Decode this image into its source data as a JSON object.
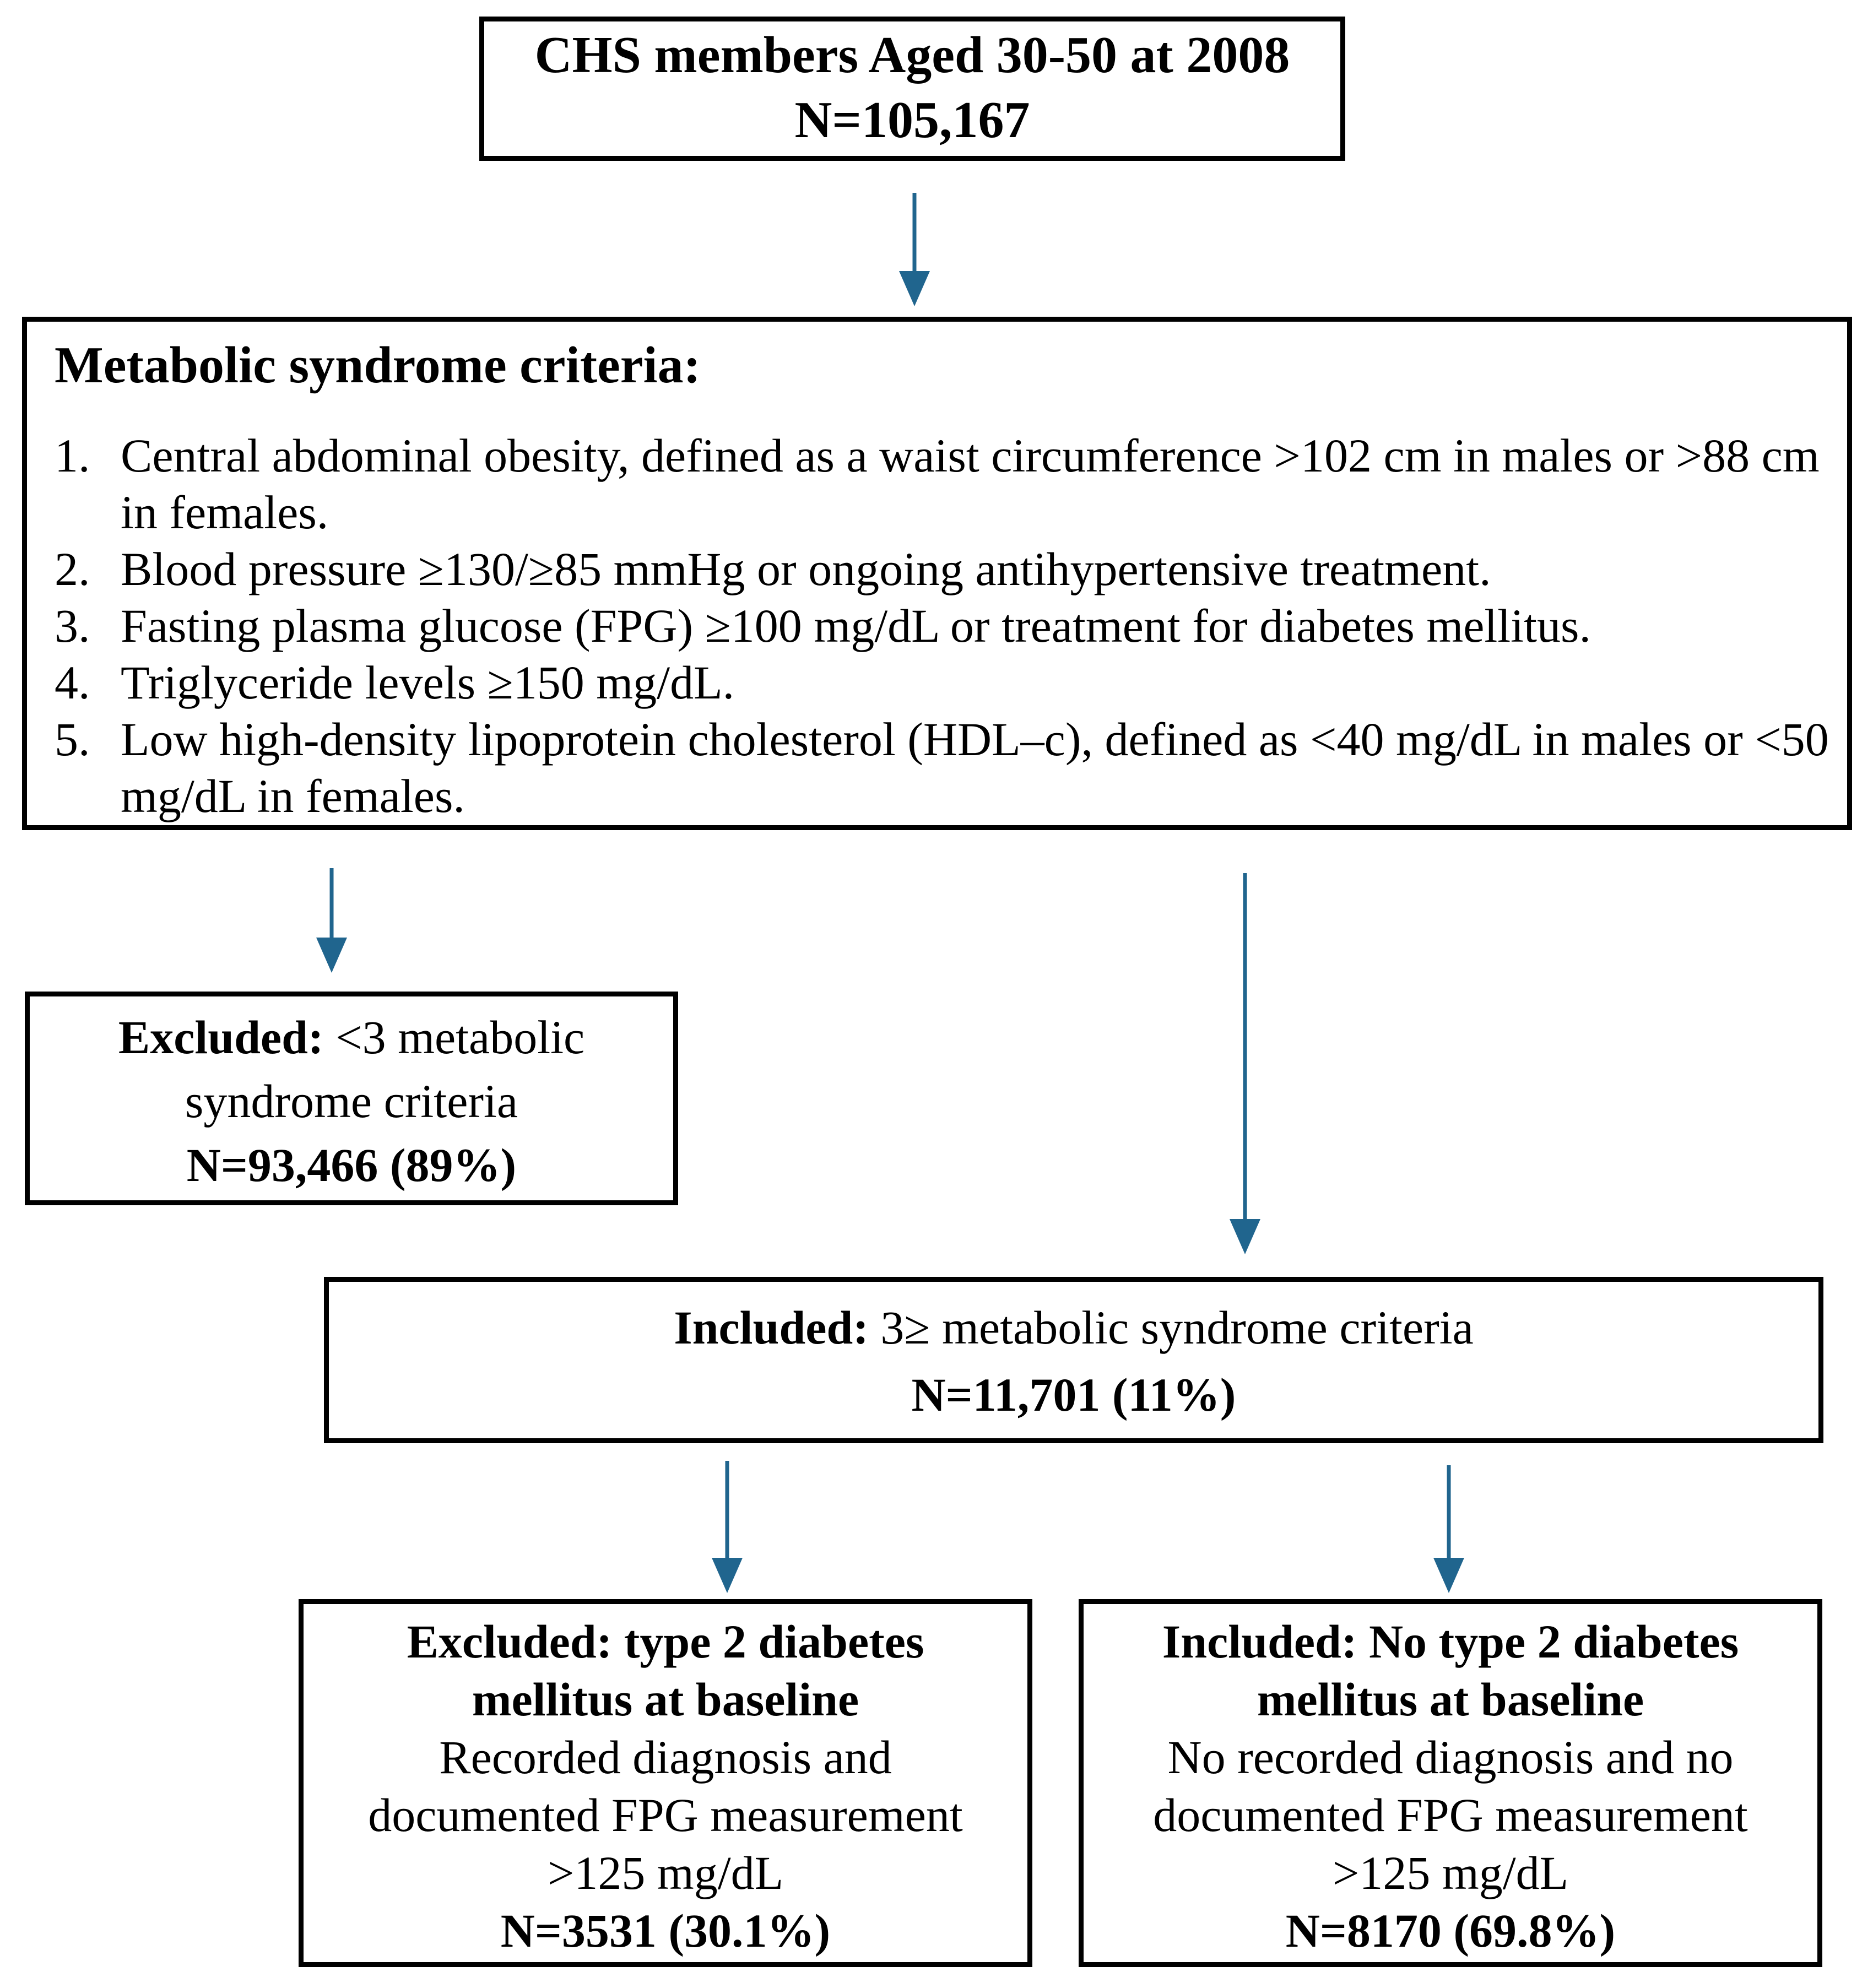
{
  "arrow_color": "#20658E",
  "top_box": {
    "line1": "CHS members Aged 30-50 at 2008",
    "line2": "N=105,167"
  },
  "criteria": {
    "title": "Metabolic syndrome criteria:",
    "items": [
      {
        "num": "1.",
        "text": "Central abdominal obesity, defined as a waist circumference >102 cm in males or >88 cm in females."
      },
      {
        "num": "2.",
        "text": "Blood pressure ≥130/≥85 mmHg or ongoing antihypertensive treatment."
      },
      {
        "num": "3.",
        "text": "Fasting plasma glucose (FPG) ≥100 mg/dL or treatment for diabetes mellitus."
      },
      {
        "num": "4.",
        "text": "Triglyceride levels ≥150 mg/dL."
      },
      {
        "num": "5.",
        "text": "Low high-density lipoprotein cholesterol (HDL–c), defined as <40 mg/dL in males or <50 mg/dL in females."
      }
    ]
  },
  "excluded": {
    "bold": "Excluded:",
    "rest": " <3 metabolic syndrome criteria",
    "n": "N=93,466 (89%)"
  },
  "included": {
    "bold": "Included:",
    "rest": " 3≥ metabolic syndrome criteria",
    "n": "N=11,701 (11%)"
  },
  "bottom_left": {
    "header_lines": [
      "Excluded: type 2 diabetes",
      "mellitus at baseline"
    ],
    "body_lines": [
      "Recorded diagnosis and",
      "documented FPG measurement",
      ">125 mg/dL"
    ],
    "n": "N=3531 (30.1%)"
  },
  "bottom_right": {
    "header_lines": [
      "Included: No type 2 diabetes",
      "mellitus at baseline"
    ],
    "body_lines": [
      "No recorded diagnosis and no",
      "documented FPG measurement",
      ">125 mg/dL"
    ],
    "n": "N=8170 (69.8%)"
  }
}
